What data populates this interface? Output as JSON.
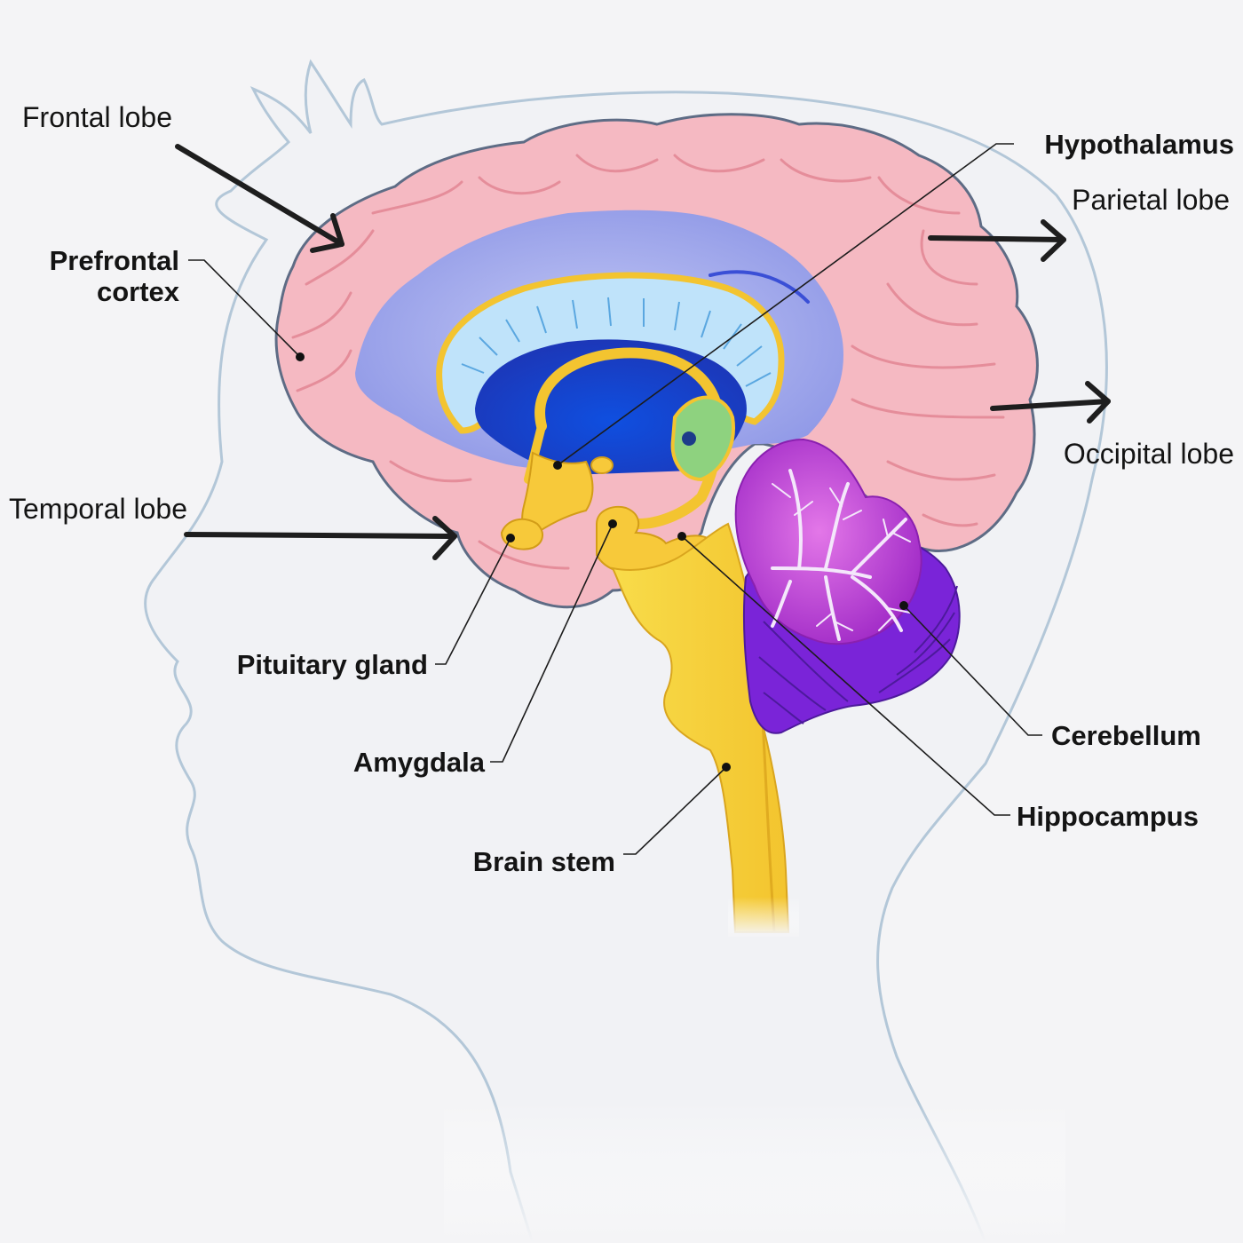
{
  "labels": {
    "frontal_lobe": "Frontal lobe",
    "prefrontal_cortex_line1": "Prefrontal",
    "prefrontal_cortex_line2": "cortex",
    "temporal_lobe": "Temporal lobe",
    "hypothalamus": "Hypothalamus",
    "parietal_lobe": "Parietal lobe",
    "occipital_lobe": "Occipital lobe",
    "pituitary_gland": "Pituitary gland",
    "amygdala": "Amygdala",
    "brain_stem": "Brain stem",
    "cerebellum": "Cerebellum",
    "hippocampus": "Hippocampus"
  },
  "colors": {
    "background": "#f4f4f6",
    "head_outline": "#b3c7d8",
    "cortex": "#f5b9c2",
    "cortex_gyri": "#e58d9a",
    "inner_cavity": "#aab1ee",
    "corpus_callosum": "#8fd0f2",
    "ventricle": "#1746d6",
    "limbic_yellow": "#f7c93a",
    "thalamus_green": "#8ed27f",
    "cerebellum_inner": "#c23fd0",
    "cerebellum_outer": "#7a24d8",
    "arrow": "#1e1e1e"
  }
}
